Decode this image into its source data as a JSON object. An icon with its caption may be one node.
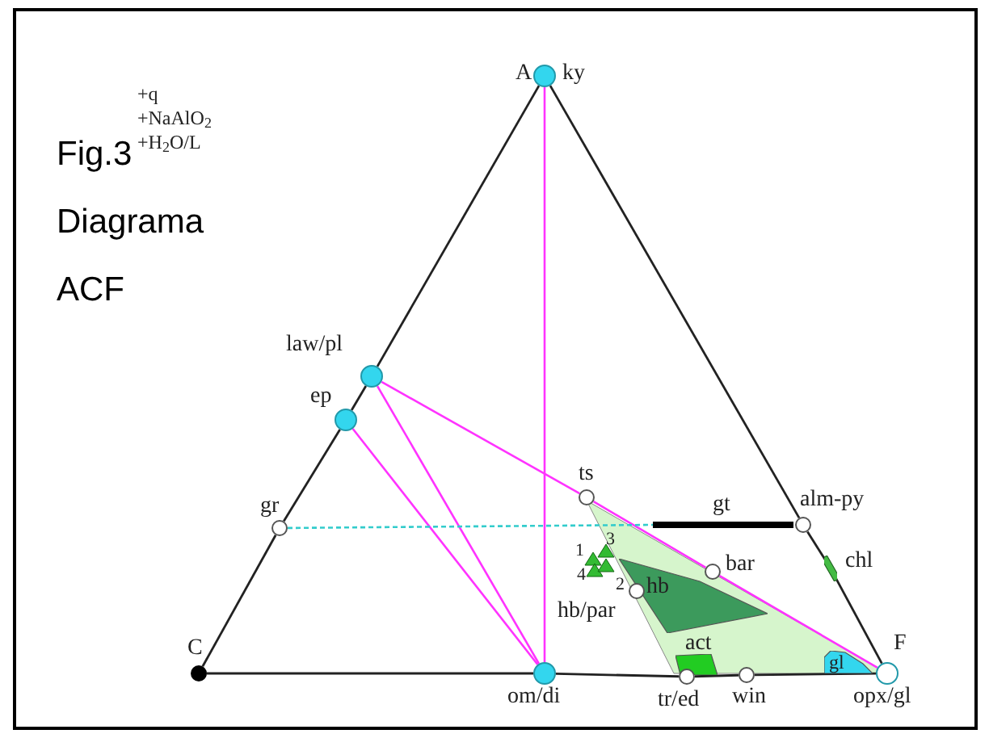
{
  "diagram": {
    "title": "Fig.3 Diagrama ACF",
    "nodes": [
      {
        "text": [
          "ky"
        ],
        "beside": [
          "A"
        ]
      },
      {
        "text": [
          "law/pl"
        ]
      },
      {
        "text": [
          "ep"
        ]
      },
      {
        "text": [
          "gr"
        ]
      },
      {
        "text": [
          "C"
        ]
      },
      {
        "text": [
          "om/di"
        ]
      },
      {
        "text": [
          "ts"
        ]
      },
      {
        "text": [
          "gt"
        ]
      },
      {
        "text": [
          "alm-py"
        ]
      },
      {
        "text": [
          "chl"
        ]
      },
      {
        "text": [
          "bar"
        ]
      },
      {
        "text": [
          "hb/par"
        ]
      },
      {
        "text": [
          "hb"
        ]
      },
      {
        "text": [
          "act"
        ]
      },
      {
        "text": [
          "tr/ed"
        ]
      },
      {
        "text": [
          "win"
        ]
      },
      {
        "text": [
          "gl"
        ]
      },
      {
        "text": [
          "opx/gl"
        ],
        "beside": [
          "F"
        ]
      }
    ],
    "edges": [
      {
        "from": 0,
        "to": 1,
        "arrow": "none"
      },
      {
        "from": 1,
        "to": 2,
        "arrow": "none"
      },
      {
        "from": 2,
        "to": 3,
        "arrow": "none"
      },
      {
        "from": 3,
        "to": 4,
        "arrow": "none"
      },
      {
        "from": 4,
        "to": 5,
        "arrow": "none"
      },
      {
        "from": 5,
        "to": 14,
        "arrow": "none"
      },
      {
        "from": 14,
        "to": 15,
        "arrow": "none"
      },
      {
        "from": 15,
        "to": 17,
        "arrow": "none"
      },
      {
        "from": 17,
        "to": 9,
        "arrow": "none"
      },
      {
        "from": 9,
        "to": 8,
        "arrow": "none"
      },
      {
        "from": 8,
        "to": 0,
        "arrow": "none"
      },
      {
        "from": 0,
        "to": 5,
        "arrow": "none",
        "color": "#ff33ff"
      },
      {
        "from": 1,
        "to": 5,
        "arrow": "none",
        "color": "#ff33ff"
      },
      {
        "from": 2,
        "to": 5,
        "arrow": "none",
        "color": "#ff33ff"
      },
      {
        "from": 1,
        "to": 6,
        "arrow": "none",
        "color": "#ff33ff"
      },
      {
        "from": 6,
        "to": 10,
        "arrow": "none",
        "color": "#ff33ff"
      },
      {
        "from": 10,
        "to": 17,
        "arrow": "none",
        "color": "#ff33ff"
      },
      {
        "from": 3,
        "to": 7,
        "arrow": "none",
        "style": "dashed",
        "color": "#33cccc"
      }
    ],
    "labels": [
      "+q",
      "+NaAlO$_{2}$",
      "+H$_{2}$O/L",
      "1",
      "3",
      "4",
      "2"
    ]
  }
}
